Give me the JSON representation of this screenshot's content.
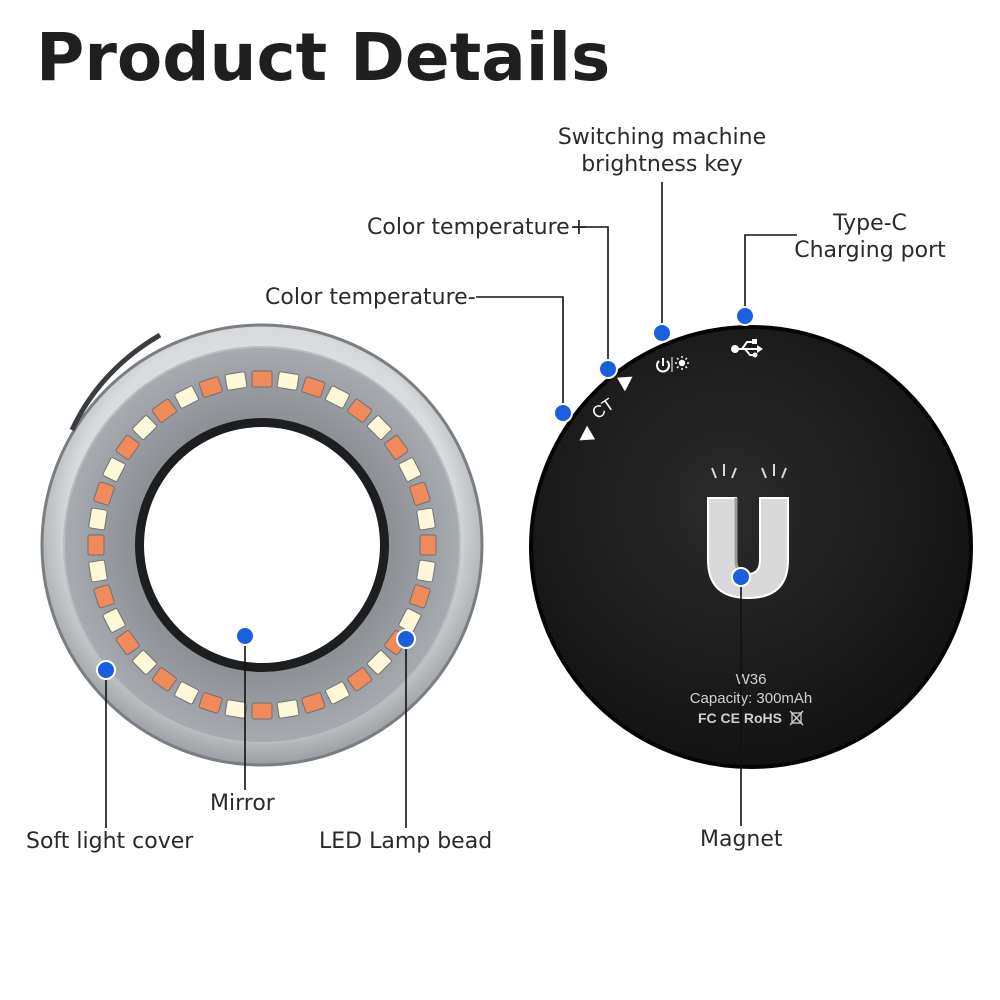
{
  "title": "Product Details",
  "labels": {
    "switching": [
      "Switching machine",
      "brightness key"
    ],
    "ct_plus": "Color temperature+",
    "ct_minus": "Color temperature-",
    "typec": [
      "Type-C",
      "Charging port"
    ],
    "soft_cover": "Soft light cover",
    "mirror": "Mirror",
    "led": "LED Lamp bead",
    "magnet": "Magnet"
  },
  "device_back": {
    "ct_text": "CT",
    "model": "W36",
    "capacity": "Capacity: 300mAh",
    "certs": "FC CE RoHS"
  },
  "icons": [
    "power-brightness-icon",
    "usb-icon",
    "magnet-u-logo",
    "arrow-left-icon",
    "arrow-right-icon",
    "weee-bin-icon"
  ],
  "colors": {
    "marker": "#1a5fe0",
    "led_warm": "#f08a5a",
    "led_cool": "#fff8d8",
    "device_body": "#1c1c1c",
    "ring_shell": "#cfd2d4"
  }
}
